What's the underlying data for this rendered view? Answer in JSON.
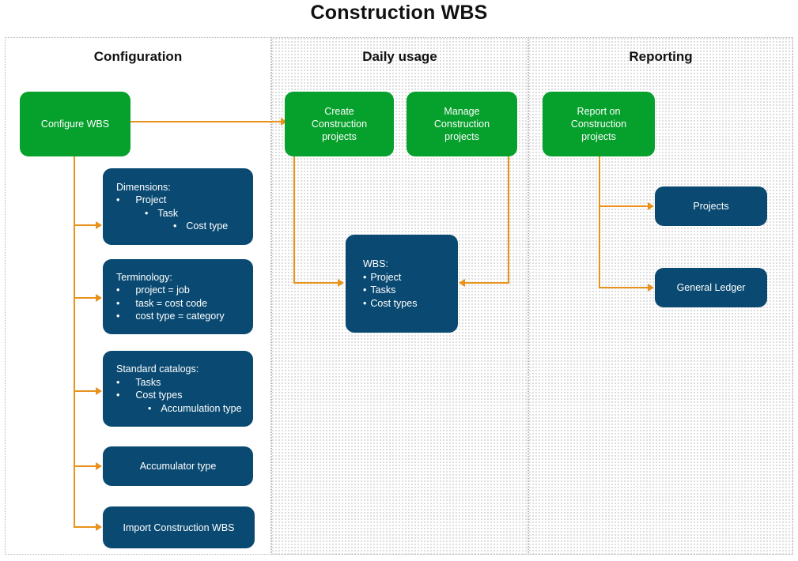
{
  "title": "Construction WBS",
  "colors": {
    "green": "#06A02C",
    "navy": "#0A4A72",
    "connector": "#E8921B",
    "panel_border": "#b3b3b3",
    "text_on_node": "#ffffff",
    "title_text": "#111111"
  },
  "panels": [
    {
      "id": "configuration",
      "header": "Configuration"
    },
    {
      "id": "daily-usage",
      "header": "Daily usage"
    },
    {
      "id": "reporting",
      "header": "Reporting"
    }
  ],
  "configuration": {
    "root": {
      "label": "Configure WBS"
    },
    "items": [
      {
        "id": "dimensions",
        "heading": "Dimensions:",
        "lines": [
          {
            "bullet": "•",
            "text": "Project",
            "indent": 0
          },
          {
            "bullet": "•",
            "text": "Task",
            "indent": 1
          },
          {
            "bullet": "•",
            "text": "Cost type",
            "indent": 2
          }
        ]
      },
      {
        "id": "terminology",
        "heading": "Terminology:",
        "lines": [
          {
            "bullet": "•",
            "text": "project = job",
            "indent": 0
          },
          {
            "bullet": "•",
            "text": "task = cost code",
            "indent": 0
          },
          {
            "bullet": "•",
            "text": "cost type = category",
            "indent": 0
          }
        ]
      },
      {
        "id": "standard-catalogs",
        "heading": "Standard catalogs:",
        "lines": [
          {
            "bullet": "•",
            "text": "Tasks",
            "indent": 0
          },
          {
            "bullet": "•",
            "text": "Cost types",
            "indent": 0
          },
          {
            "bullet": "•",
            "text": "Accumulation type",
            "indent": 1
          }
        ]
      },
      {
        "id": "accumulator-type",
        "label": "Accumulator type"
      },
      {
        "id": "import-construction-wbs",
        "label": "Import Construction WBS"
      }
    ]
  },
  "daily_usage": {
    "create": {
      "label": "Create\nConstruction\nprojects"
    },
    "manage": {
      "label": "Manage\nConstruction\nprojects"
    },
    "wbs": {
      "heading": "WBS:",
      "lines": [
        {
          "bullet": "•",
          "text": "Project"
        },
        {
          "bullet": "•",
          "text": "Tasks"
        },
        {
          "bullet": "•",
          "text": "Cost types"
        }
      ]
    }
  },
  "reporting": {
    "root": {
      "label": "Report on\nConstruction\nprojects"
    },
    "targets": [
      {
        "id": "projects",
        "label": "Projects"
      },
      {
        "id": "general-ledger",
        "label": "General Ledger"
      }
    ]
  }
}
